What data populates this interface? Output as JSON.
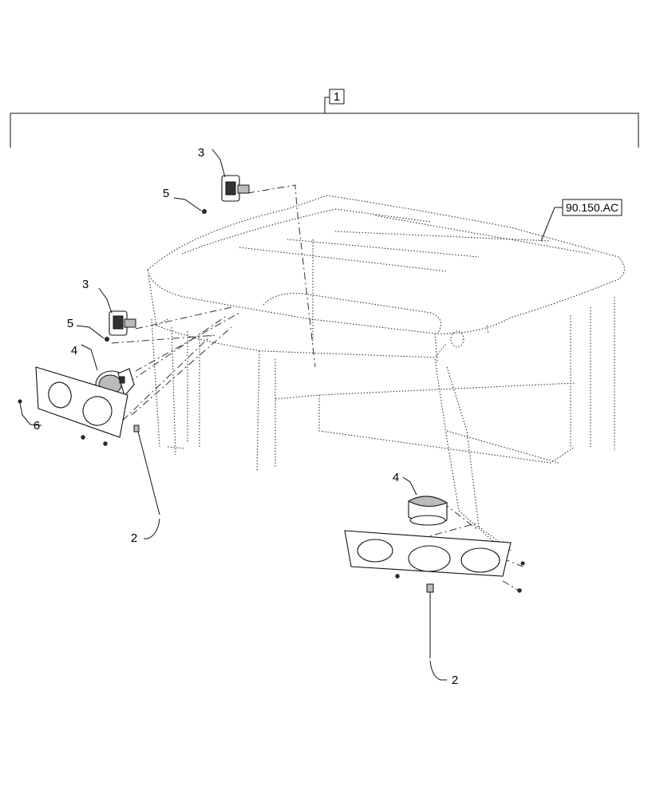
{
  "diagram": {
    "assembly_callout": "1",
    "reference_callout": "90.150.AC",
    "callouts": {
      "mirror_bracket_upper": "3",
      "mirror_bracket_lower": "3",
      "screw_upper": "5",
      "screw_lower": "5",
      "lamp_left": "4",
      "lamp_right": "4",
      "bezel_screws": "6",
      "harness_left": "2",
      "harness_right": "2"
    }
  }
}
